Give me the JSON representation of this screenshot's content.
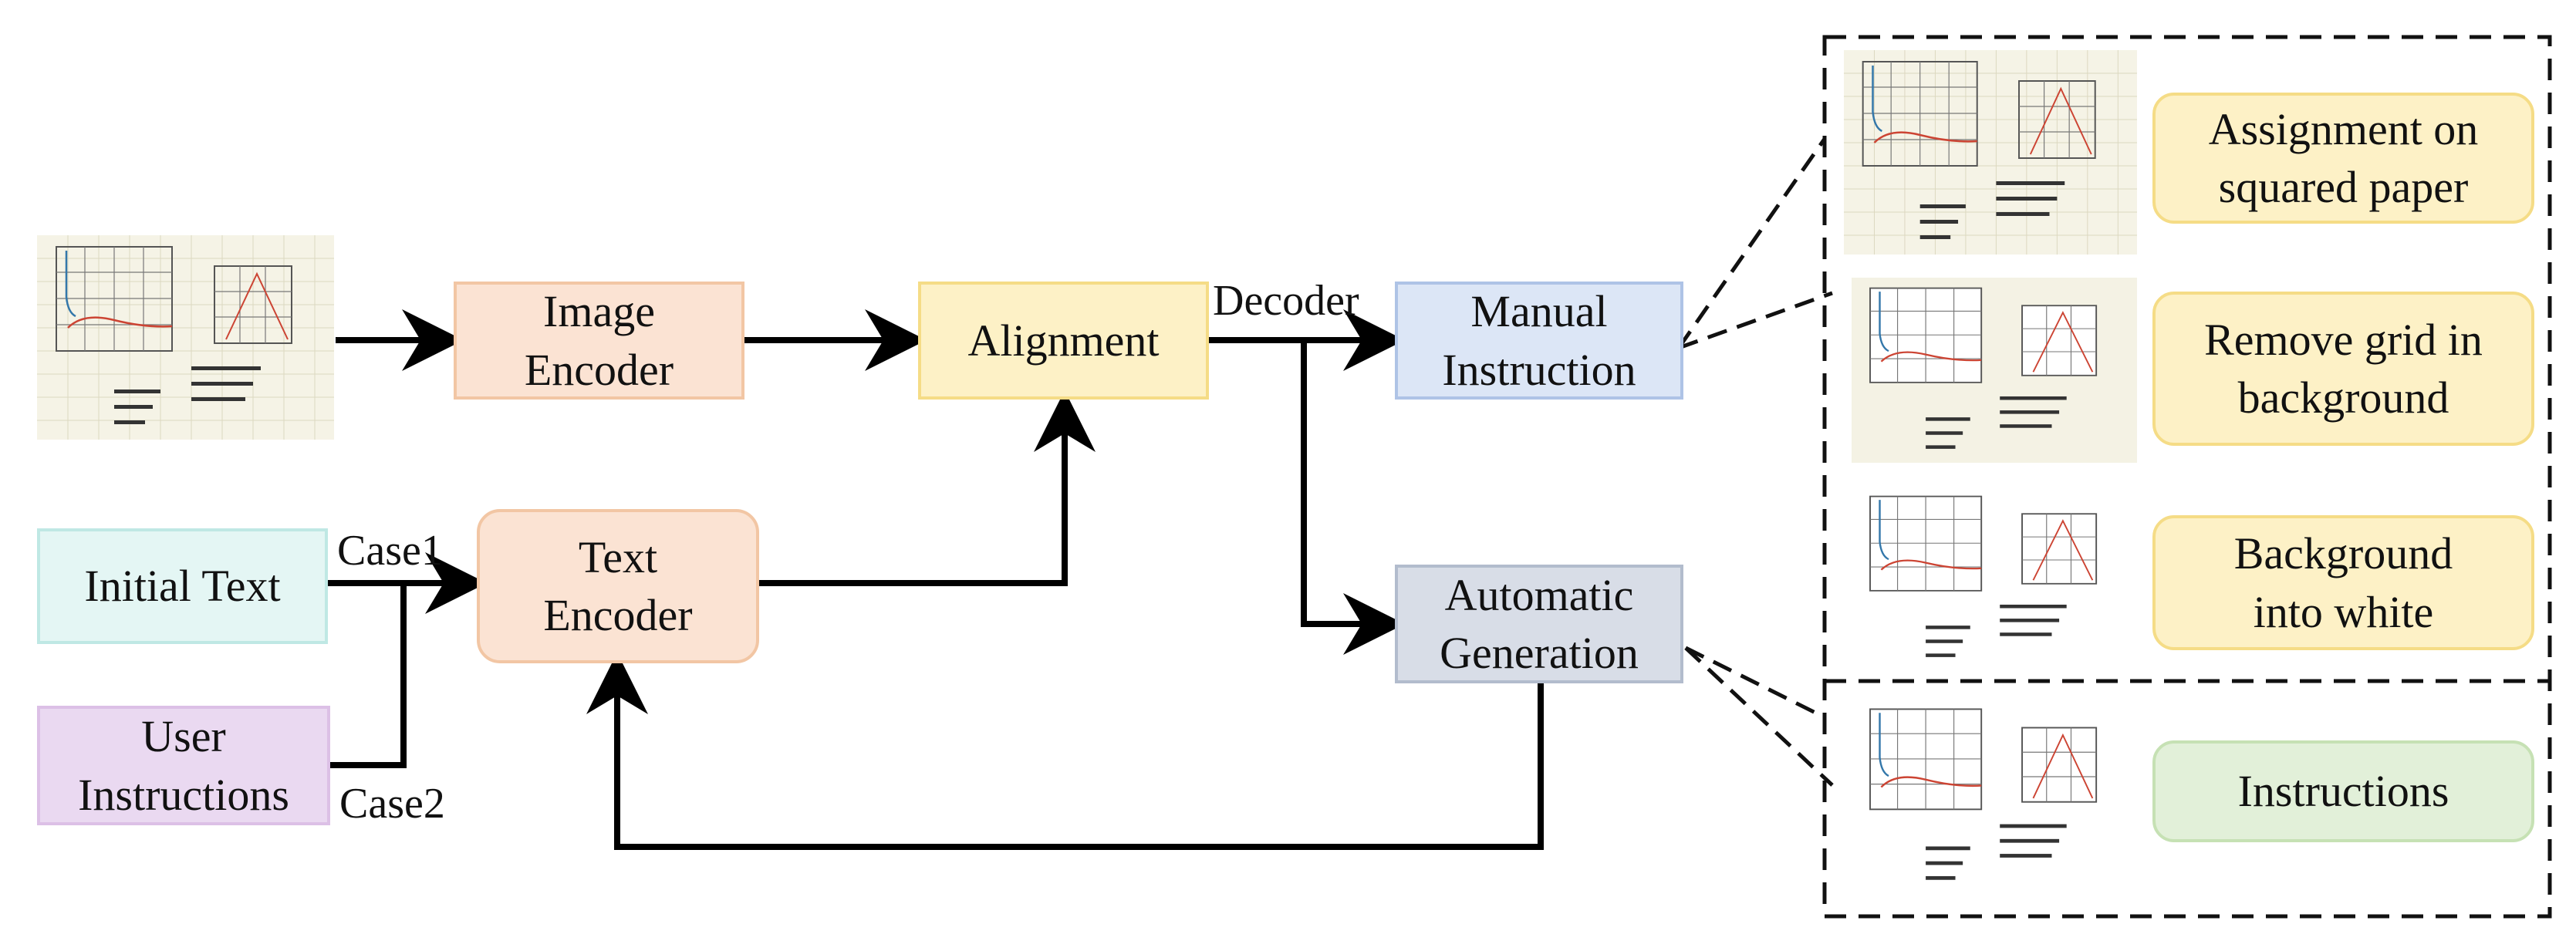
{
  "nodes": {
    "image_encoder": {
      "line1": "Image",
      "line2": "Encoder"
    },
    "alignment": {
      "label": "Alignment"
    },
    "manual_instruction": {
      "line1": "Manual",
      "line2": "Instruction"
    },
    "initial_text": {
      "label": "Initial Text"
    },
    "text_encoder": {
      "line1": "Text",
      "line2": "Encoder"
    },
    "user_instructions": {
      "line1": "User",
      "line2": "Instructions"
    },
    "automatic_generation": {
      "line1": "Automatic",
      "line2": "Generation"
    }
  },
  "edge_labels": {
    "decoder": "Decoder",
    "case1": "Case1",
    "case2": "Case2"
  },
  "panel": {
    "options": [
      {
        "line1": "Assignment on",
        "line2": "squared paper"
      },
      {
        "line1": "Remove grid in",
        "line2": "background"
      },
      {
        "line1": "Background",
        "line2": "into white"
      },
      {
        "line1": "Instructions",
        "line2": ""
      }
    ]
  },
  "colors": {
    "image_encoder": "#fbe3d3",
    "alignment": "#fdf1c6",
    "manual_instruction": "#dce6f6",
    "initial_text": "#e4f6f4",
    "text_encoder": "#fbe3d3",
    "user_instructions": "#ead9f1",
    "automatic_generation": "#d8dde7",
    "option_yellow": "#fdf1c6",
    "option_green": "#e2f0d9"
  }
}
